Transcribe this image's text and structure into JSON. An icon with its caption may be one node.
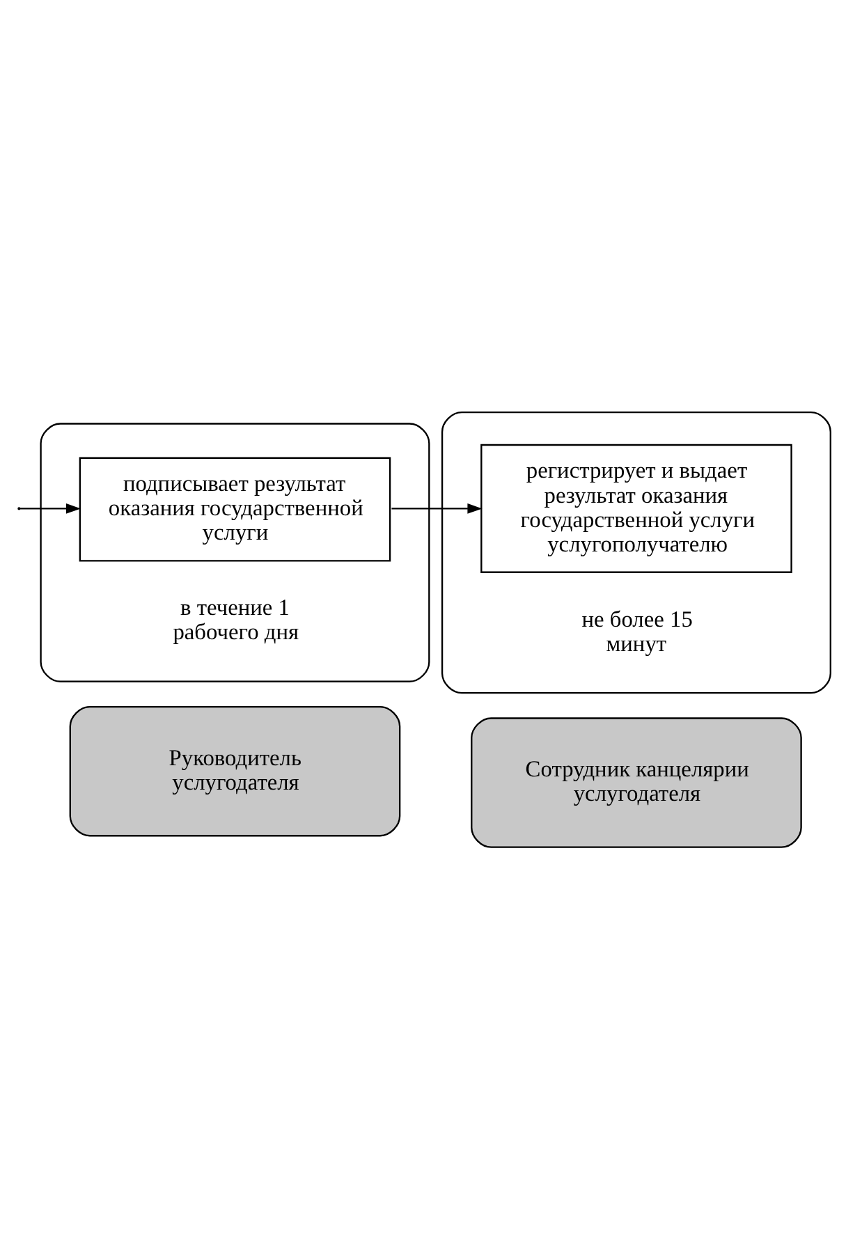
{
  "diagram": {
    "nodes": [
      {
        "text": [
          "Руководитель услугодателя"
        ]
      },
      {
        "text": [
          "Сотрудник канцелярии услугодателя"
        ]
      },
      {
        "text": [],
        "shape": "box"
      },
      {
        "text": [],
        "shape": "box"
      },
      {
        "text": [
          "подписывает результат оказания государственной услуги"
        ],
        "in": 2,
        "beside": [
          "в течение 1 рабочего дня"
        ]
      },
      {
        "text": [
          "регистрирует и выдает результат оказания государственной услуги услугополучателю"
        ],
        "in": 3,
        "beside": [
          "не более 15 минут"
        ]
      }
    ],
    "edges": [
      {
        "from": null,
        "to": 4,
        "arrow": "to"
      },
      {
        "from": 4,
        "to": 5,
        "arrow": "to"
      }
    ]
  }
}
